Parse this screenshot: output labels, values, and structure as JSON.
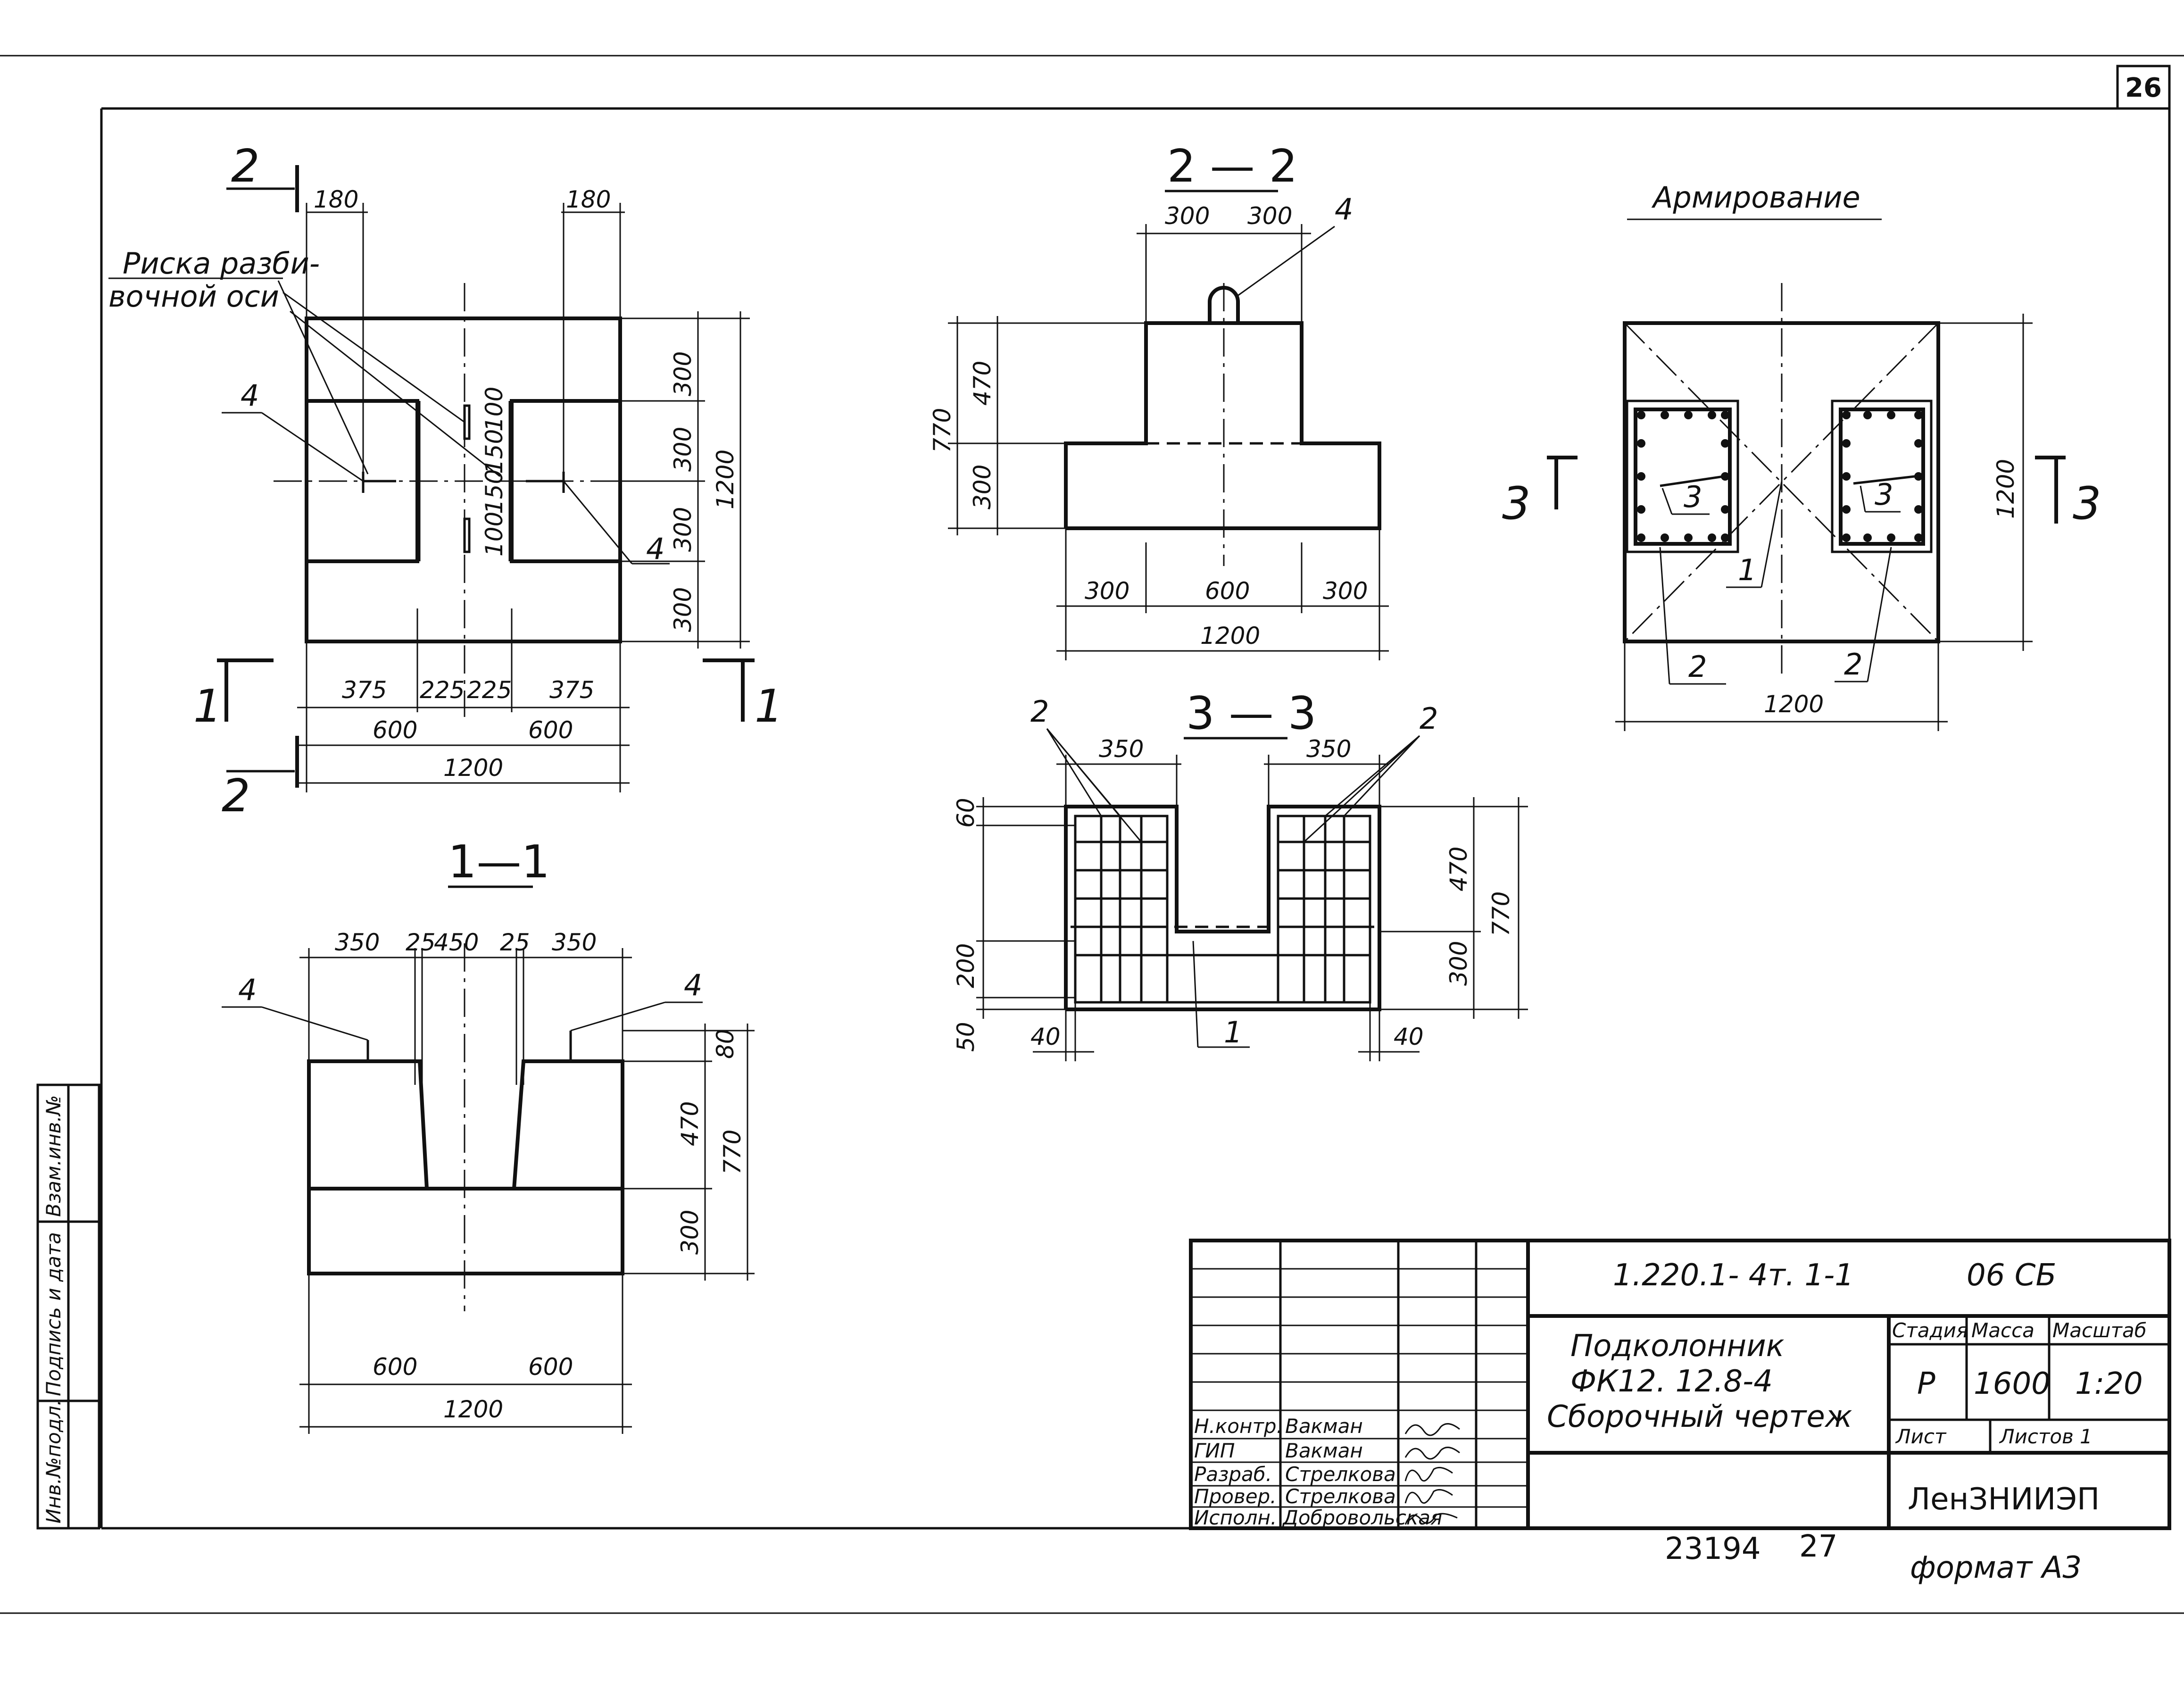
{
  "sheet": {
    "number": "26",
    "code": "1.220.1- 4т. 1-1",
    "code_suffix": "06 СБ",
    "title_lines": [
      "Подколонник",
      "ФК12. 12.8-4",
      "Сборочный чертеж"
    ],
    "organization": "ЛенЗНИИЭП",
    "stage_header": "Стадия",
    "mass_header": "Масса",
    "scale_header": "Масштаб",
    "stage": "Р",
    "mass": "1600",
    "scale": "1:20",
    "sheet_label": "Лист",
    "sheets_label": "Листов",
    "sheets_count": "1",
    "format": "формат А3",
    "bottom_numbers": [
      "23194",
      "27"
    ],
    "left_strip": [
      "Инв.№подл.",
      "Подпись и дата",
      "Взам.инв.№"
    ],
    "signatures": [
      {
        "role": "Н.контр.",
        "name": "Вакман"
      },
      {
        "role": "ГИП",
        "name": "Вакман"
      },
      {
        "role": "Разраб.",
        "name": "Стрелкова"
      },
      {
        "role": "Провер.",
        "name": "Стрелкова"
      },
      {
        "role": "Исполн.",
        "name": "Добровольская"
      }
    ]
  },
  "plan": {
    "note": [
      "Риска разби-",
      "вочной оси"
    ],
    "section_mark_2": "2",
    "section_mark_1": "1",
    "callout": "4",
    "dims_top": [
      "180",
      "180"
    ],
    "dims_middle": [
      "100",
      "150",
      "150",
      "100"
    ],
    "dims_right": [
      "300",
      "300",
      "300",
      "300"
    ],
    "dim_right_total": "1200",
    "dims_bottom_1": [
      "375",
      "225",
      "225",
      "375"
    ],
    "dims_bottom_2": [
      "600",
      "600"
    ],
    "dim_bottom_total": "1200"
  },
  "section_1_1": {
    "title": "1—1",
    "callout": "4",
    "dims_top": [
      "350",
      "25",
      "450",
      "25",
      "350"
    ],
    "dims_right": [
      "80",
      "470",
      "300"
    ],
    "dim_right_total": "770",
    "dims_bottom": [
      "600",
      "600"
    ],
    "dim_bottom_total": "1200"
  },
  "section_2_2": {
    "title": "2 — 2",
    "callout": "4",
    "dims_top": [
      "300",
      "300"
    ],
    "dims_left": [
      "470",
      "300"
    ],
    "dim_left_total": "770",
    "dims_bottom": [
      "300",
      "600",
      "300"
    ],
    "dim_bottom_total": "1200"
  },
  "section_3_3": {
    "title": "3 — 3",
    "callouts": [
      "2",
      "2",
      "1"
    ],
    "dims_top": [
      "350",
      "350"
    ],
    "dims_left": [
      "60",
      "200",
      "50"
    ],
    "dims_bottom": [
      "40",
      "40"
    ],
    "dims_right": [
      "470",
      "300"
    ],
    "dim_right_total": "770"
  },
  "reinforcement": {
    "title": "Армирование",
    "section_mark": "3",
    "callouts": [
      "3",
      "3",
      "1",
      "2",
      "2"
    ],
    "dim_right": "1200",
    "dim_bottom": "1200"
  }
}
